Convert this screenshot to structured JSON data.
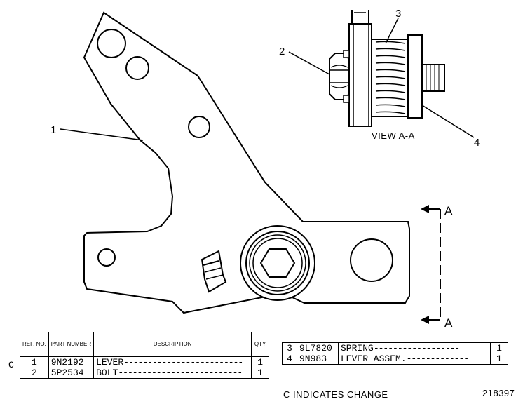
{
  "callouts": {
    "c1": "1",
    "c2": "2",
    "c3": "3",
    "c4": "4"
  },
  "view_label": "VIEW A-A",
  "section_marker": {
    "top": "A",
    "bottom": "A"
  },
  "parts_table_left": {
    "headers": {
      "ref": "REF. NO.",
      "part": "PART NUMBER",
      "desc": "DESCRIPTION",
      "qty": "QTY"
    },
    "rows": [
      {
        "change": "C",
        "ref": "1",
        "part": "9N2192",
        "desc": "LEVER",
        "qty": "1"
      },
      {
        "change": "",
        "ref": "2",
        "part": "5P2534",
        "desc": "BOLT",
        "qty": "1"
      }
    ]
  },
  "parts_table_right": {
    "rows": [
      {
        "ref": "3",
        "part": "9L7820",
        "desc": "SPRING",
        "qty": "1"
      },
      {
        "ref": "4",
        "part": "9N983",
        "desc": "LEVER ASSEM.",
        "qty": "1"
      }
    ]
  },
  "change_note": "C INDICATES CHANGE",
  "drawing_number": "218397"
}
